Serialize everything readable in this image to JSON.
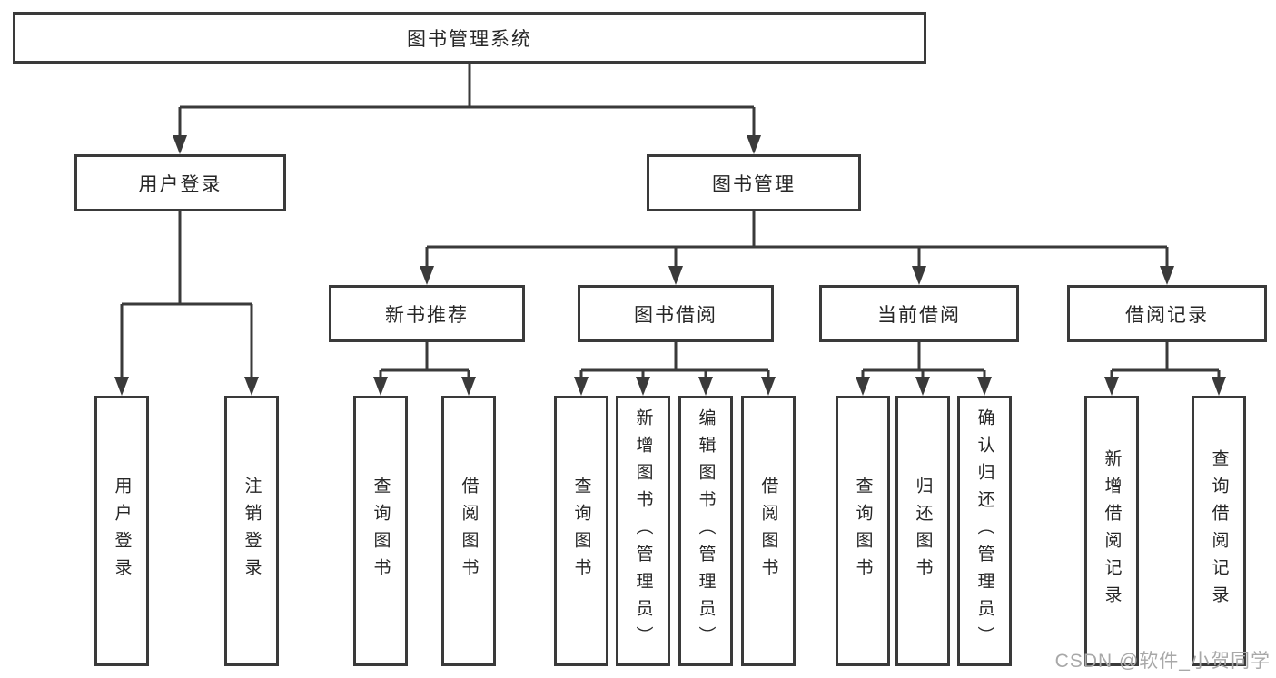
{
  "tree": {
    "root": {
      "label": "图书管理系统"
    },
    "branches": [
      {
        "label": "用户登录",
        "children": [
          {
            "label": "用户登录"
          },
          {
            "label": "注销登录"
          }
        ]
      },
      {
        "label": "图书管理",
        "children": [
          {
            "label": "新书推荐",
            "children": [
              {
                "label": "查询图书"
              },
              {
                "label": "借阅图书"
              }
            ]
          },
          {
            "label": "图书借阅",
            "children": [
              {
                "label": "查询图书"
              },
              {
                "label": "新增图书（管理员）"
              },
              {
                "label": "编辑图书（管理员）"
              },
              {
                "label": "借阅图书"
              }
            ]
          },
          {
            "label": "当前借阅",
            "children": [
              {
                "label": "查询图书"
              },
              {
                "label": "归还图书"
              },
              {
                "label": "确认归还（管理员）"
              }
            ]
          },
          {
            "label": "借阅记录",
            "children": [
              {
                "label": "新增借阅记录"
              },
              {
                "label": "查询借阅记录"
              }
            ]
          }
        ]
      }
    ]
  },
  "watermark": {
    "text": "CSDN @软件_小贺同学"
  },
  "colors": {
    "line_color": "#3a3a3a",
    "text_color": "#262626",
    "box_bg": "#ffffff",
    "watermark_color": "#a8a8a8",
    "page_bg": "#ffffff"
  }
}
